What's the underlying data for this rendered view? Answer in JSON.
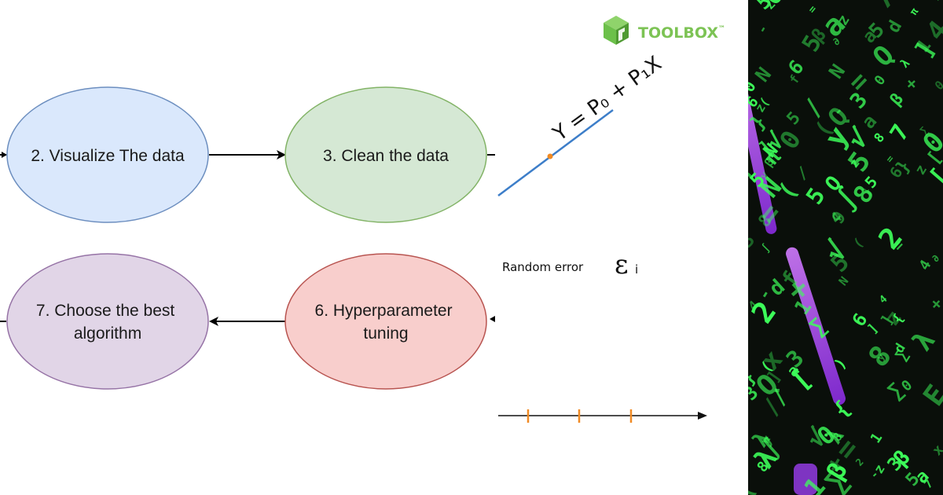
{
  "brand": {
    "name": "TOOLBOX",
    "trademark": "™",
    "colors": {
      "green": "#6cc04a",
      "dark_green": "#4f9a32",
      "text": "#7cc354"
    }
  },
  "flow": {
    "nodes": [
      {
        "id": "visualize",
        "lines": [
          "2. Visualize The data"
        ],
        "fill": "#dae8fc",
        "stroke": "#6c8ebf"
      },
      {
        "id": "clean",
        "lines": [
          "3. Clean the data"
        ],
        "fill": "#d5e8d4",
        "stroke": "#82b366"
      },
      {
        "id": "choose",
        "lines": [
          "7. Choose the best",
          "algorithm"
        ],
        "fill": "#e1d5e7",
        "stroke": "#9673a6"
      },
      {
        "id": "tune",
        "lines": [
          "6. Hyperparameter",
          "tuning"
        ],
        "fill": "#f8cecc",
        "stroke": "#b85450"
      }
    ],
    "connector_color": "#000000"
  },
  "regression": {
    "equation": "Y = P₀ + P₁X",
    "random_error_label": "Random error",
    "epsilon_symbol": "ε",
    "epsilon_subscript": "i",
    "line_color": "#3d7ec9",
    "point_color": "#f08a24",
    "tick_color": "#f08a24"
  },
  "photo": {
    "description_icon": "matrix-code-icon",
    "background": "#0a0f0a",
    "glyph_color": "#3dff5a",
    "glow_color": "#b04dff"
  }
}
